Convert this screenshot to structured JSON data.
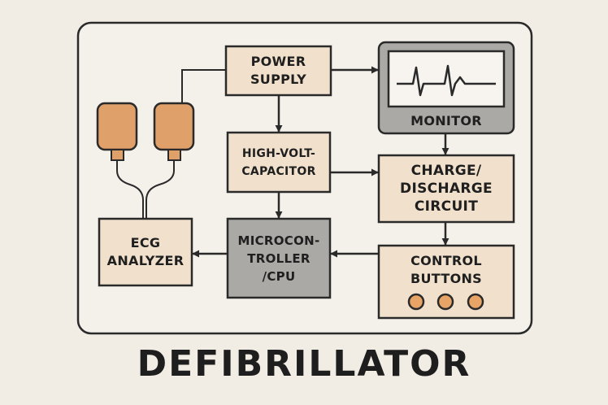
{
  "colors": {
    "background": "#f1ece4",
    "panel": "#f4f0ea",
    "box_fill": "#f1e1cc",
    "gray_fill": "#aba9a5",
    "screen_fill": "#f7f4ef",
    "electrode": "#e0a06a",
    "knob": "#e7a466",
    "stroke": "#2a2a2a"
  },
  "blocks": {
    "power_supply": "POWER\nSUPPLY",
    "monitor": "MONITOR",
    "high_volt_capacitor": "HIGH-VOLT-\nCAPACITOR",
    "charge_discharge_circuit": "CHARGE/\nDISCHARGE\nCIRCUIT",
    "ecg_analyzer": "ECG\nANALYZER",
    "microcontroller_cpu": "MICROCON-\nTROLLER\n/CPU",
    "control_buttons": "CONTROL\nBUTTONS"
  },
  "title": "DEFIBRILLATOR"
}
